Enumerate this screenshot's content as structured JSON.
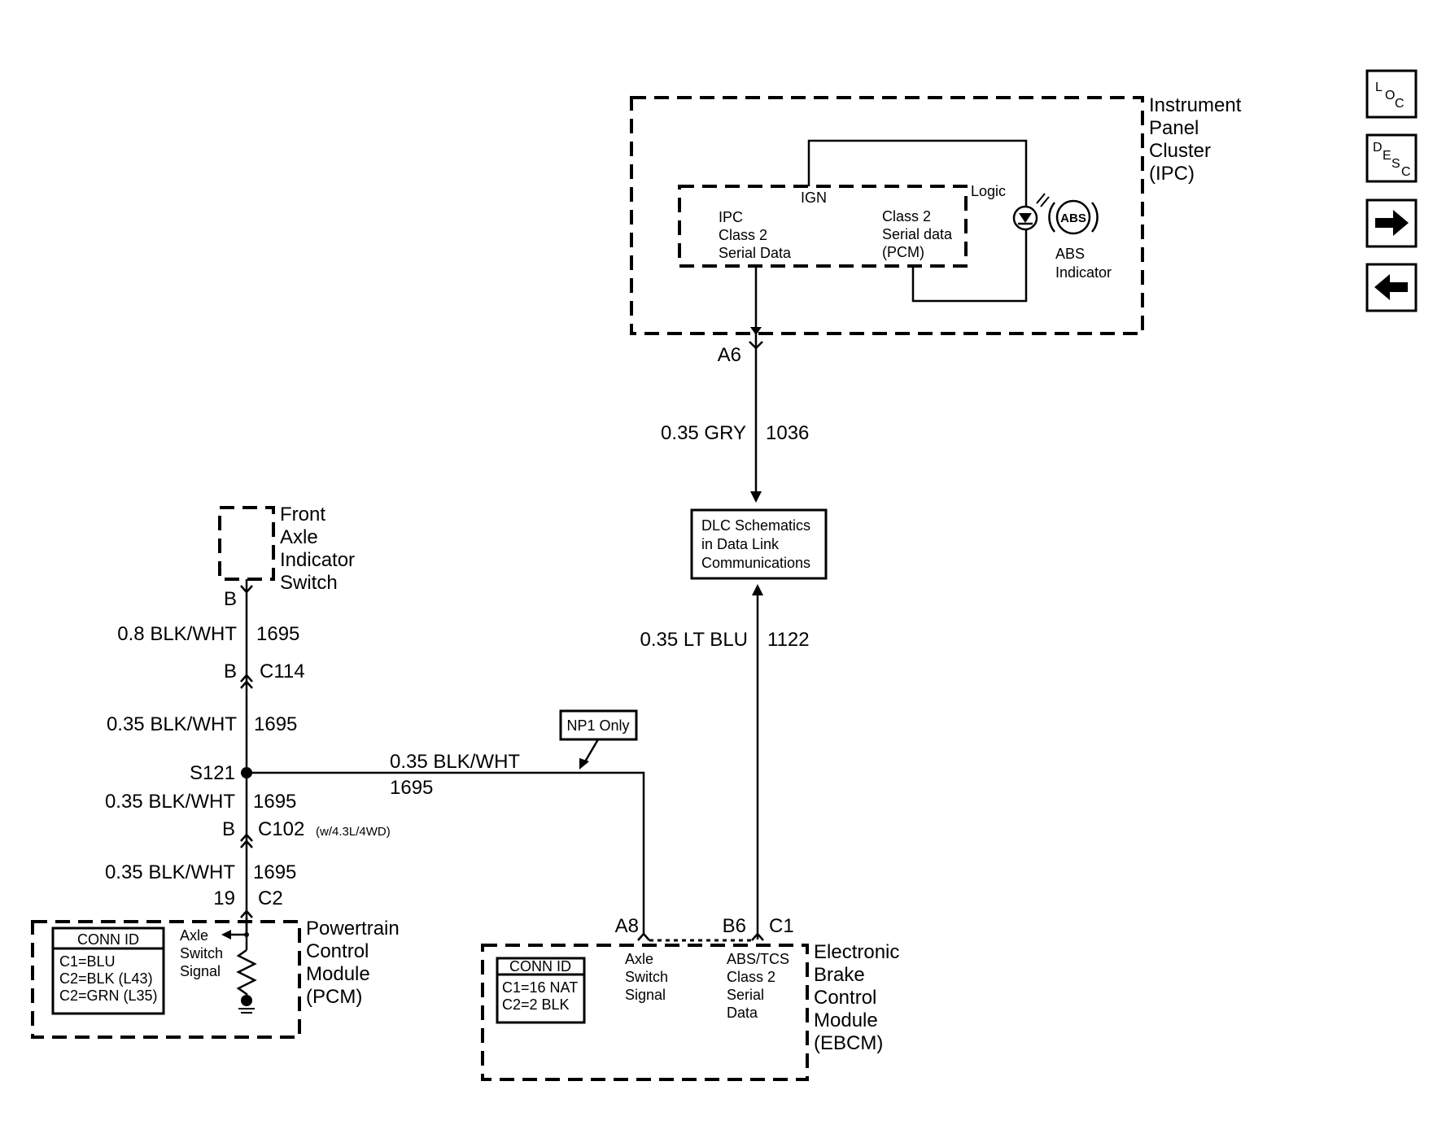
{
  "modules": {
    "ipc": {
      "name_lines": [
        "Instrument",
        "Panel",
        "Cluster",
        "(IPC)"
      ],
      "ign": "IGN",
      "logic": "Logic",
      "left_lines": [
        "IPC",
        "Class 2",
        "Serial Data"
      ],
      "right_lines": [
        "Class 2",
        "Serial data",
        "(PCM)"
      ],
      "abs_symbol": "ABS",
      "abs_lines": [
        "ABS",
        "Indicator"
      ]
    },
    "front_axle_switch": {
      "name_lines": [
        "Front",
        "Axle",
        "Indicator",
        "Switch"
      ]
    },
    "pcm": {
      "name_lines": [
        "Powertrain",
        "Control",
        "Module",
        "(PCM)"
      ],
      "conn_id_title": "CONN ID",
      "conn_lines": [
        "C1=BLU",
        "C2=BLK (L43)",
        "C2=GRN (L35)"
      ],
      "signal_lines": [
        "Axle",
        "Switch",
        "Signal"
      ]
    },
    "ebcm": {
      "name_lines": [
        "Electronic",
        "Brake",
        "Control",
        "Module",
        "(EBCM)"
      ],
      "conn_id_title": "CONN ID",
      "conn_lines": [
        "C1=16 NAT",
        "C2=2 BLK"
      ],
      "axle_lines": [
        "Axle",
        "Switch",
        "Signal"
      ],
      "abs_lines": [
        "ABS/TCS",
        "Class 2",
        "Serial",
        "Data"
      ]
    },
    "dlc": {
      "lines": [
        "DLC Schematics",
        "in Data Link",
        "Communications"
      ]
    }
  },
  "connectors": {
    "ipc_a6": "A6",
    "fas_b": "B",
    "c114_pin": "B",
    "c114": "C114",
    "splice": "S121",
    "c102_pin": "B",
    "c102": "C102",
    "c102_note": "(w/4.3L/4WD)",
    "pcm_pin": "19",
    "pcm_conn": "C2",
    "ebcm_a8": "A8",
    "ebcm_b6": "B6",
    "ebcm_conn": "C1"
  },
  "wires": {
    "ipc_dlc": {
      "gauge_color": "0.35 GRY",
      "circuit": "1036"
    },
    "ebcm_dlc": {
      "gauge_color": "0.35 LT BLU",
      "circuit": "1122"
    },
    "fas_c114": {
      "gauge_color": "0.8 BLK/WHT",
      "circuit": "1695"
    },
    "c114_s121": {
      "gauge_color": "0.35 BLK/WHT",
      "circuit": "1695"
    },
    "s121_c102": {
      "gauge_color": "0.35 BLK/WHT",
      "circuit": "1695"
    },
    "c102_pcm": {
      "gauge_color": "0.35 BLK/WHT",
      "circuit": "1695"
    },
    "s121_ebcm": {
      "gauge_color": "0.35 BLK/WHT",
      "circuit": "1695"
    }
  },
  "np1_note": "NP1 Only",
  "nav": {
    "loc": {
      "l": "L",
      "o": "O",
      "c": "C"
    },
    "desc": {
      "d": "D",
      "e": "E",
      "s": "S",
      "c": "C"
    },
    "next_icon": "right-arrow-icon",
    "prev_icon": "left-arrow-icon"
  }
}
